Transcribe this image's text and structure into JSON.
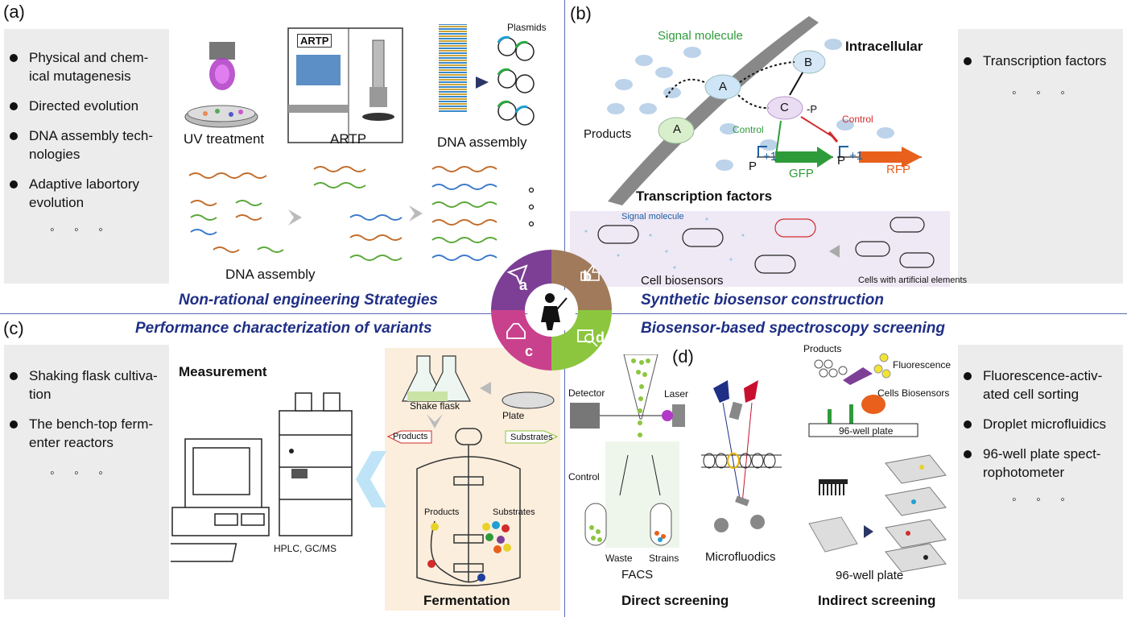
{
  "panels": {
    "a": "(a)",
    "b": "(b)",
    "c": "(c)",
    "d": "(d)"
  },
  "left_top_list": {
    "items": [
      "Physical and chem-\nical mutagenesis",
      "Directed evolution",
      "DNA assembly tech-\nnologies",
      "Adaptive labortory\nevolution"
    ],
    "ellipsis": "◦ ◦ ◦"
  },
  "right_top_list": {
    "items": [
      "Transcription factors"
    ],
    "ellipsis": "◦ ◦ ◦"
  },
  "left_bottom_list": {
    "items": [
      "Shaking flask cultiva-\ntion",
      "The bench-top ferm-\nenter reactors"
    ],
    "ellipsis": "◦ ◦ ◦"
  },
  "right_bottom_list": {
    "items": [
      "Fluorescence-activ-\nated cell sorting",
      "Droplet microfluidics",
      "96-well plate spect-\nrophotometer"
    ],
    "ellipsis": "◦ ◦ ◦"
  },
  "headers": {
    "nonrational": "Non-rational engineering Strategies",
    "synthetic": "Synthetic biosensor construction",
    "performance": "Performance characterization of variants",
    "spectroscopy": "Biosensor-based spectroscopy screening"
  },
  "panel_a": {
    "uv": "UV treatment",
    "artp": "ARTP",
    "artp_box": "ARTP",
    "dna_assembly_top": "DNA assembly",
    "plasmids": "Plasmids",
    "dna_assembly_bottom": "DNA assembly"
  },
  "panel_b": {
    "signal": "Signal molecule",
    "intracellular": "Intracellular",
    "products": "Products",
    "node_a1": "A",
    "node_a2": "A",
    "node_b": "B",
    "node_c": "C",
    "p_suffix": "-P",
    "control_green": "Control",
    "control_red": "Control",
    "p1": "P",
    "plus1a": "+1",
    "gfp": "GFP",
    "p2": "P",
    "plus1b": "+1",
    "rfp": "RFP",
    "tf": "Transcription factors",
    "signal_small": "Signal molecule",
    "cell_biosensors": "Cell biosensors",
    "cells_artificial": "Cells with artificial elements"
  },
  "wheel": {
    "a": "a",
    "b": "b",
    "c": "c",
    "d": "d"
  },
  "panel_c": {
    "measurement": "Measurement",
    "hplc": "HPLC, GC/MS",
    "shake_flask": "Shake flask",
    "plate": "Plate",
    "products_tag": "Products",
    "substrates_tag": "Substrates",
    "products_inner": "Products",
    "substrates_inner": "Substrates",
    "fermentation": "Fermentation"
  },
  "panel_d": {
    "detector": "Detector",
    "laser": "Laser",
    "control": "Control",
    "waste": "Waste",
    "strains": "Strains",
    "facs": "FACS",
    "microfluodics": "Microfluodics",
    "products": "Products",
    "fluorescence": "Fluorescence",
    "cells_biosensors": "Cells Biosensors",
    "well_plate_top": "96-well plate",
    "well_plate_bottom": "96-well plate",
    "direct": "Direct screening",
    "indirect": "Indirect screening"
  },
  "colors": {
    "header_blue": "#1f2f86",
    "side_grey": "#ececec",
    "wheel_a": "#7d3f96",
    "wheel_b": "#a07a5a",
    "wheel_c": "#c9418d",
    "wheel_d": "#8cc63e",
    "gfp_green": "#2e9b3a",
    "rfp_orange": "#e8601c",
    "control_red": "#d22b2b"
  }
}
